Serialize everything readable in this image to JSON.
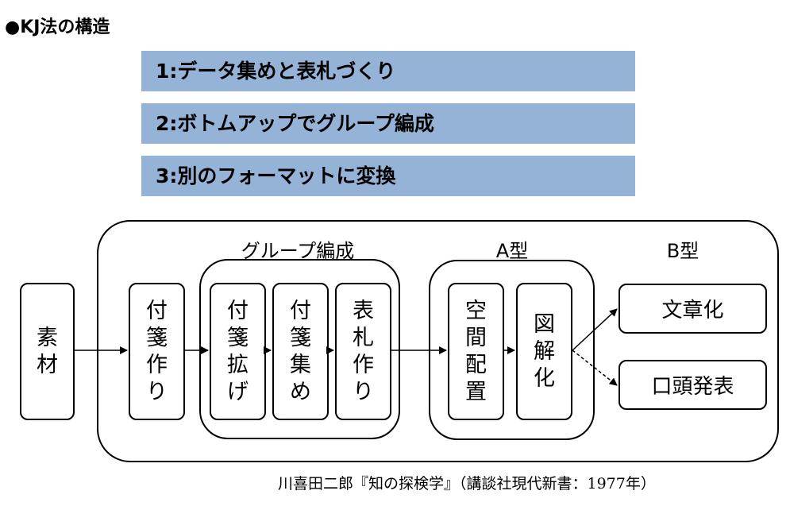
{
  "title": "●KJ法の構造",
  "steps": [
    "1:データ集めと表札づくり",
    "2:ボトムアップでグループ編成",
    "3:別のフォーマットに変換"
  ],
  "diagram": {
    "group_label": "グループ編成",
    "a_label": "A型",
    "b_label": "B型",
    "source": "素材",
    "card_making": "付箋作り",
    "card_spread": "付箋拡げ",
    "card_gather": "付箋集め",
    "label_making": "表札作り",
    "spatial_arrangement": "空間配置",
    "diagramming": "図解化",
    "writing": "文章化",
    "oral_presentation": "口頭発表"
  },
  "citation": "川喜田二郎『知の探検学』（講談社現代新書：1977年）"
}
